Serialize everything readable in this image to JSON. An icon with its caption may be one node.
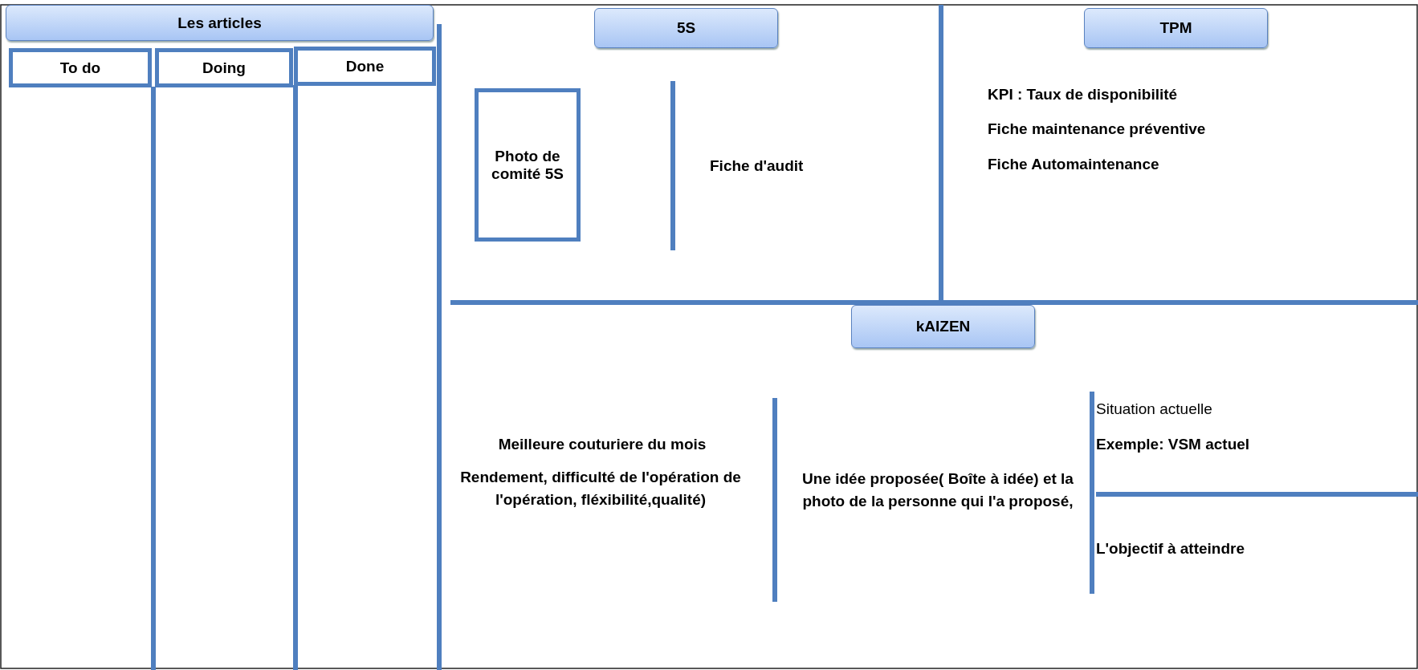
{
  "diagram": {
    "nodes": [
      {
        "text": [
          "Les articles"
        ]
      },
      {
        "text": [
          "To do"
        ]
      },
      {
        "text": [
          "Doing"
        ]
      },
      {
        "text": [
          "Done"
        ]
      },
      {
        "text": [
          "5S"
        ]
      },
      {
        "text": [
          "TPM"
        ]
      },
      {
        "text": [
          "Photo de comité 5S"
        ]
      },
      {
        "text": [
          "kAIZEN"
        ]
      }
    ],
    "labels": [
      "Fiche d'audit",
      "KPI : Taux de disponibilité",
      "Fiche maintenance préventive",
      "Fiche Automaintenance",
      "Meilleure couturiere du mois",
      "Rendement, difficulté de l'opération de l'opération, fléxibilité,qualité)",
      "Une idée proposée( Boîte à idée) et la photo de la personne qui l'a proposé,",
      "Situation actuelle",
      "Exemple: VSM actuel",
      "L'objectif à atteindre"
    ]
  }
}
